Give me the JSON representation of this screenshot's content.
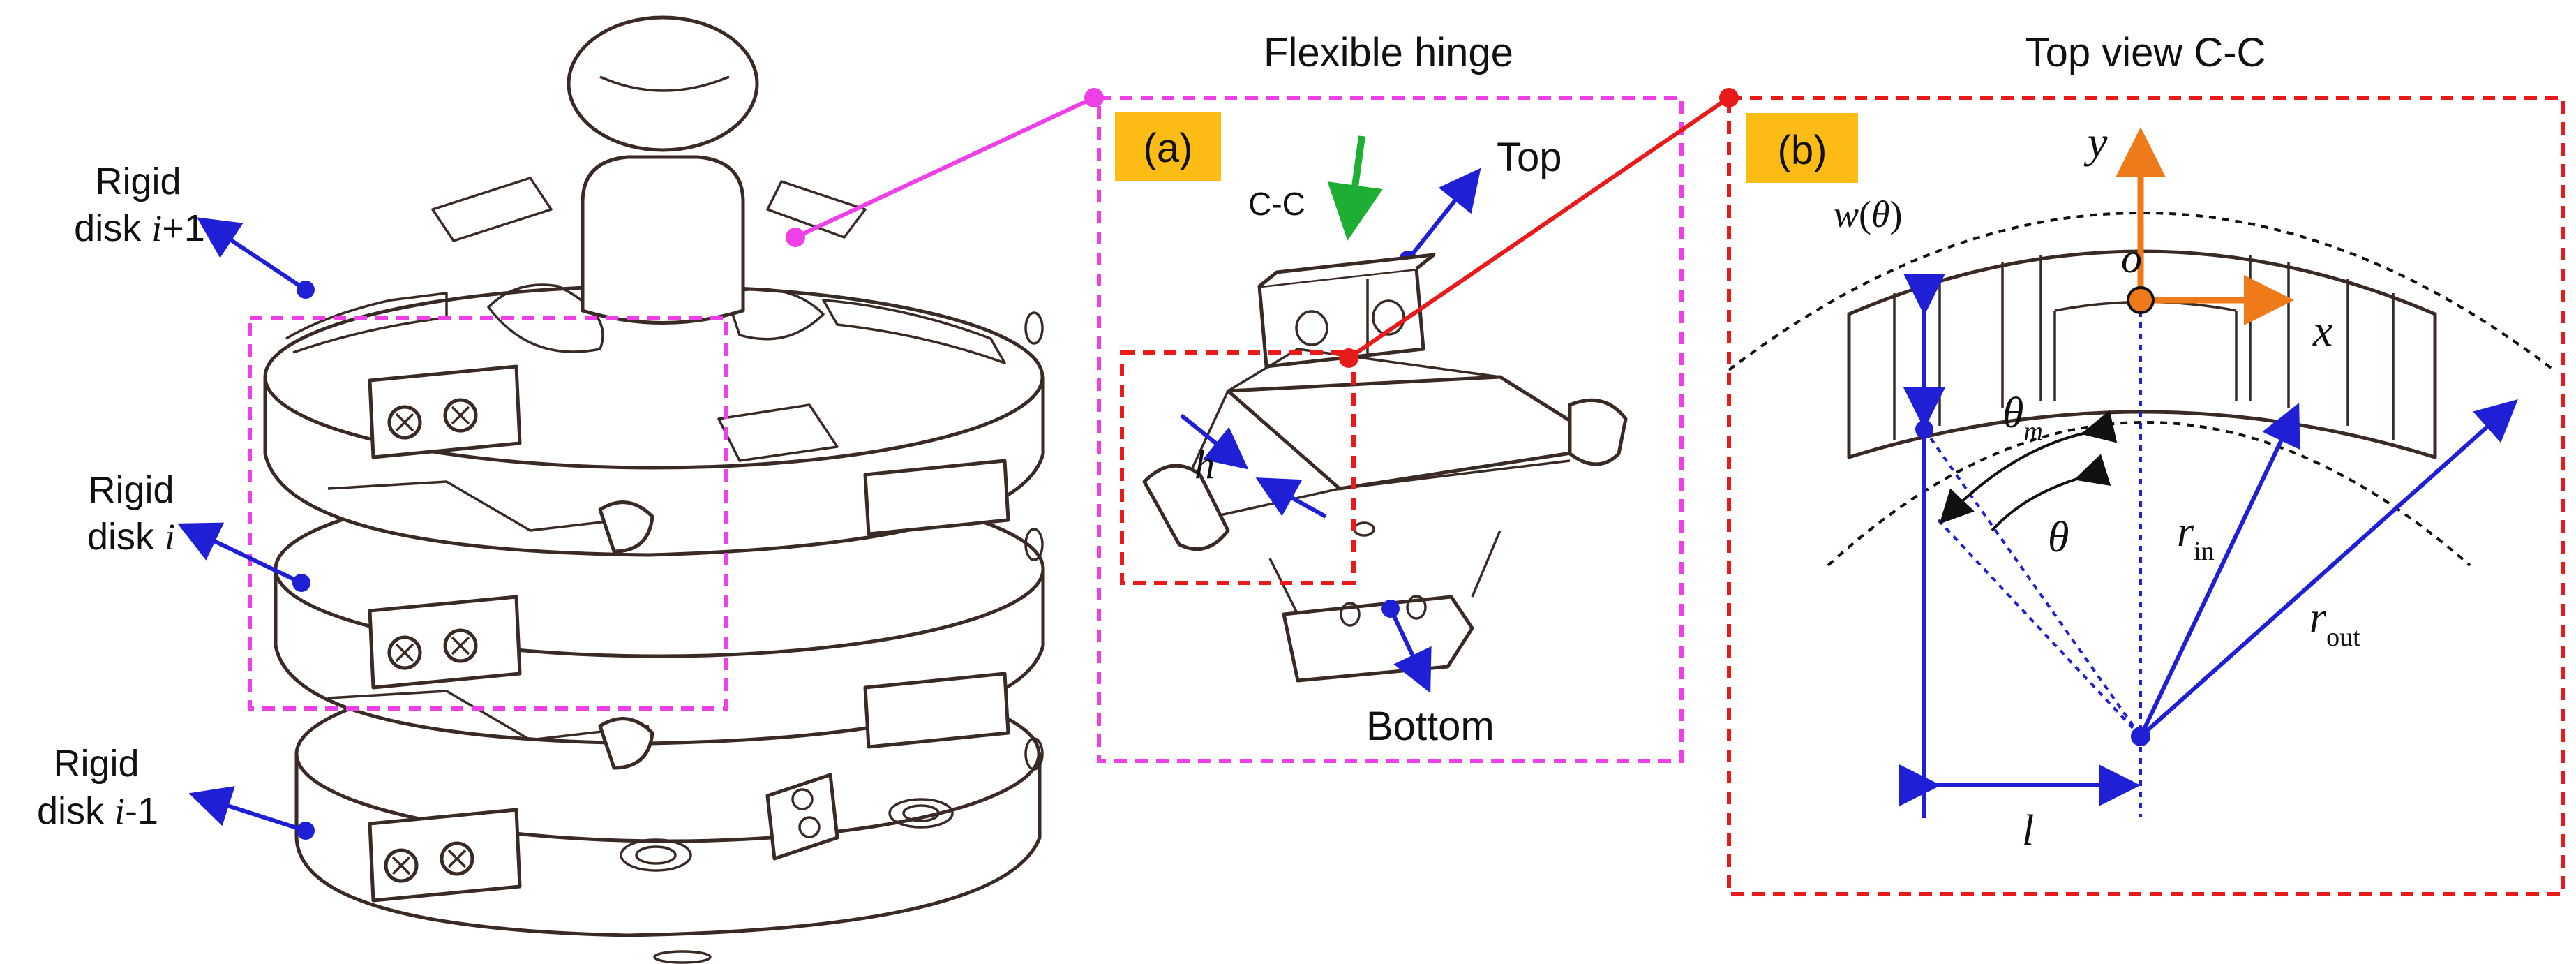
{
  "colors": {
    "blue": "#1f1fd6",
    "magenta": "#ee40e6",
    "red": "#e81a1a",
    "orange": "#ee7a1a",
    "green": "#1fae34",
    "tag_fill": "#fdbb16",
    "line": "#3a2a26"
  },
  "left": {
    "disk_top_line1": "Rigid",
    "disk_top_line2_prefix": "disk ",
    "disk_top_line2_var": "i",
    "disk_top_line2_suffix": "+1",
    "disk_mid_line1": "Rigid",
    "disk_mid_line2_prefix": "disk ",
    "disk_mid_line2_var": "i",
    "disk_bot_line1": "Rigid",
    "disk_bot_line2_prefix": "disk ",
    "disk_bot_line2_var": "i",
    "disk_bot_line2_suffix": "-1"
  },
  "panel_a": {
    "title": "Flexible hinge",
    "tag": "(a)",
    "section_label": "C-C",
    "top_label": "Top",
    "bottom_label": "Bottom",
    "thickness_symbol": "h"
  },
  "panel_b": {
    "title": "Top view C-C",
    "tag": "(b)",
    "w_var": "w",
    "w_open": "(",
    "w_theta": "θ",
    "w_close": ")",
    "y_axis": "y",
    "x_axis": "x",
    "origin": "o",
    "theta_m": "θ",
    "theta_m_sub": "m",
    "theta": "θ",
    "r_in": "r",
    "r_in_sub": "in",
    "r_out": "r",
    "r_out_sub": "out",
    "l": "l"
  },
  "icons": {
    "arrows": "arrow-icon",
    "points": "dot-icon",
    "screws": "screw-icon"
  }
}
